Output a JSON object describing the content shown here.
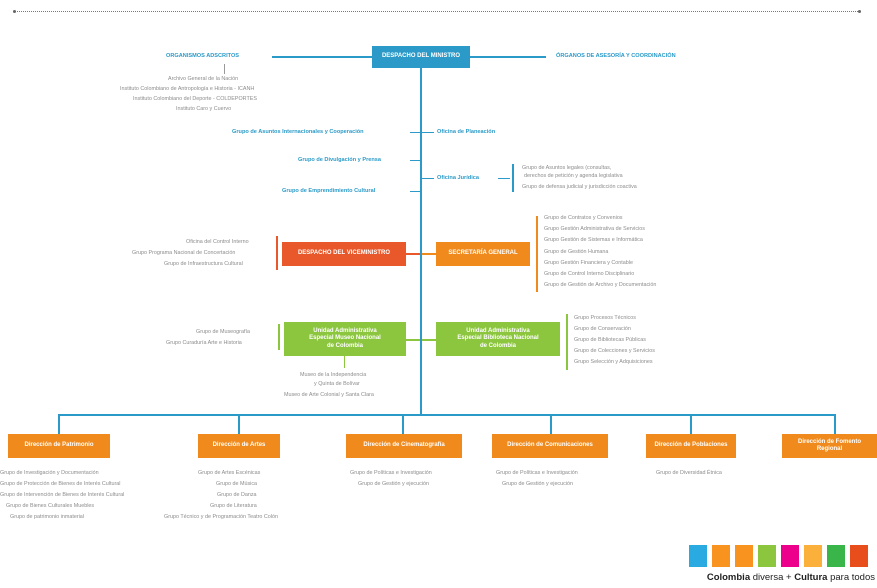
{
  "top": {
    "despacho_ministro": "DESPACHO DEL MINISTRO",
    "organismos_adscritos": "ORGANISMOS ADSCRITOS",
    "organos_asesoria": "ÓRGANOS DE ASESORÍA Y COORDINACIÓN"
  },
  "adscritos": [
    "Archivo General de la Nación",
    "Instituto Colombiano de Antropología e Historia - ICANH",
    "Instituto Colombiano del Deporte - COLDEPORTES",
    "Instituto Caro y Cuervo"
  ],
  "left_groups": [
    "Grupo de Asuntos Internacionales y Cooperación",
    "Grupo de Divulgación y Prensa",
    "Grupo de Emprendimiento Cultural"
  ],
  "offices": {
    "planeacion": "Oficina de Planeación",
    "juridica": "Oficina Jurídica"
  },
  "juridica_groups": [
    "Grupo de Asuntos legales (consultas,",
    "derechos de petición y agenda legislativa",
    "Grupo de defensa judicial y jurisdicción coactiva"
  ],
  "viceministro": {
    "label": "DESPACHO DEL VICEMINISTRO",
    "items": [
      "Oficina del Control Interno",
      "Grupo Programa Nacional de Concertación",
      "Grupo de Infraestructura Cultural"
    ]
  },
  "secretaria": {
    "label": "SECRETARÍA GENERAL",
    "items": [
      "Grupo de Contratos y Convenios",
      "Grupo Gestión Administrativa de Servicios",
      "Grupo Gestión de Sistemas e Informática",
      "Grupo de Gestión Humana",
      "Grupo Gestión Financiera y Contable",
      "Grupo de Control Interno Disciplinario",
      "Grupo de Gestión de Archivo y Documentación"
    ]
  },
  "museo": {
    "label": "Unidad Administrativa Especial Museo Nacional de Colombia",
    "items_left": [
      "Grupo de Museografía",
      "Grupo Curaduría Arte e Historia"
    ],
    "items_below": [
      "Museo de la Independencia",
      "y Quinta de Bolívar",
      "Museo de Arte Colonial y Santa Clara"
    ]
  },
  "biblioteca": {
    "label": "Unidad Administrativa Especial Biblioteca Nacional de Colombia",
    "items": [
      "Grupo Procesos Técnicos",
      "Grupo de Conservación",
      "Grupo de Bibliotecas Públicas",
      "Grupo de Colecciones y Servicios",
      "Grupo Selección y Adquisiciones"
    ]
  },
  "direcciones": [
    {
      "label": "Dirección de Patrimonio",
      "items": [
        "Grupo de Investigación y Documentación",
        "Grupo de Protección de Bienes de Interés Cultural",
        "Grupo de Intervención de Bienes de Interés Cultural",
        "Grupo de Bienes Culturales Muebles",
        "Grupo de patrimonio inmaterial"
      ]
    },
    {
      "label": "Dirección de Artes",
      "items": [
        "Grupo de Artes Escénicas",
        "Grupo de Música",
        "Grupo de Danza",
        "Grupo de Literatura",
        "Grupo Técnico y de Programación Teatro Colón"
      ]
    },
    {
      "label": "Dirección de Cinematografía",
      "items": [
        "Grupo de Políticas e Investigación",
        "Grupo de Gestión y ejecución"
      ]
    },
    {
      "label": "Dirección de Comunicaciones",
      "items": [
        "Grupo de Políticas e Investigación",
        "Grupo de Gestión y ejecución"
      ]
    },
    {
      "label": "Dirección de Poblaciones",
      "items": [
        "Grupo de Diversidad Étnica"
      ]
    },
    {
      "label": "Dirección de Fomento Regional",
      "items": []
    }
  ],
  "brand": {
    "colombia": "Colombia",
    "diversa": " diversa + ",
    "cultura": "Cultura",
    "para_todos": " para todos"
  },
  "colors": {
    "blue": "#2b9ac8",
    "orange": "#f08a1c",
    "red": "#e8582a",
    "green": "#8cc63f",
    "brand_squares": [
      "#29abe2",
      "#f7931e",
      "#f7931e",
      "#8cc63f",
      "#ec008c",
      "#fbb03b",
      "#39b54a",
      "#e84e1b"
    ]
  }
}
